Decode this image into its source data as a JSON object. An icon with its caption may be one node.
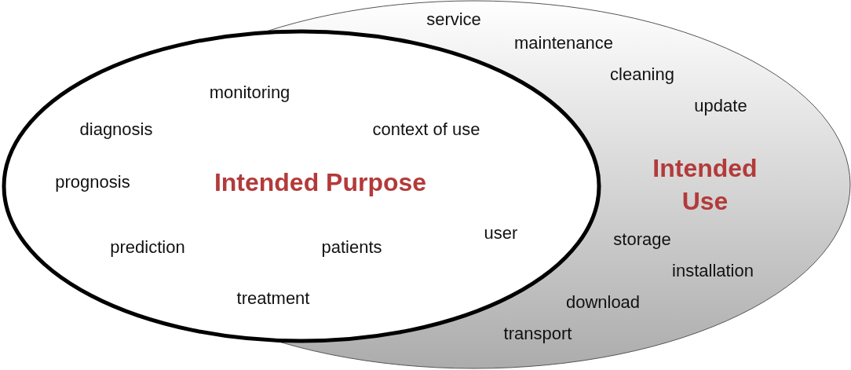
{
  "diagram": {
    "nodes": [
      {
        "text": [
          "Intended Use"
        ]
      },
      {
        "text": [
          "Intended Purpose"
        ]
      }
    ],
    "labels": [
      "service",
      "maintenance",
      "cleaning",
      "update",
      "monitoring",
      "diagnosis",
      "context of use",
      "prognosis",
      "user",
      "prediction",
      "patients",
      "storage",
      "installation",
      "download",
      "treatment",
      "transport"
    ]
  }
}
